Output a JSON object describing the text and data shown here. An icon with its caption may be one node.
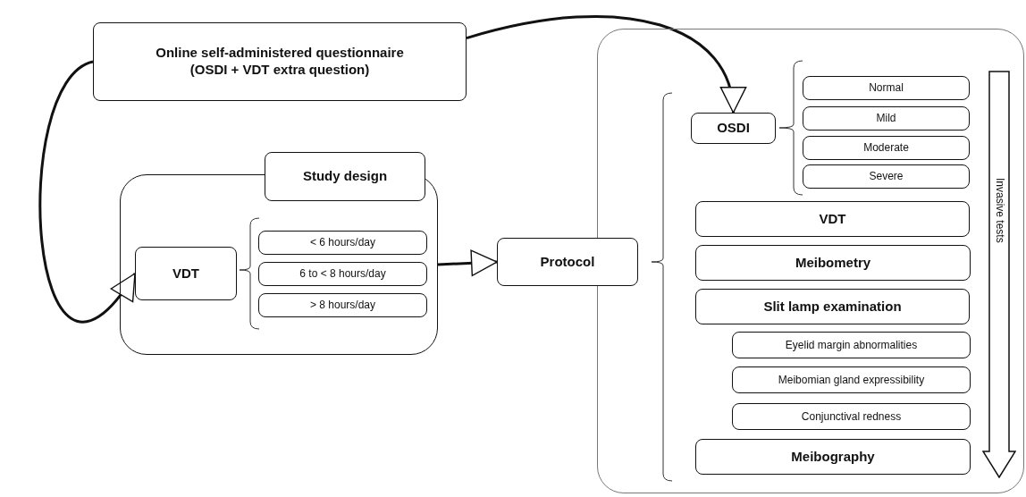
{
  "diagram": {
    "nodes": [
      {
        "text": [
          "Online self-administered questionnaire (OSDI + VDT extra question)"
        ]
      },
      {
        "text": [],
        "shape": "box"
      },
      {
        "text": [
          "Study design"
        ]
      },
      {
        "text": [
          "VDT"
        ],
        "in": 1
      },
      {
        "text": [
          "< 6 hours/day"
        ],
        "in": 1
      },
      {
        "text": [
          "6 to < 8 hours/day"
        ],
        "in": 1
      },
      {
        "text": [
          "> 8 hours/day"
        ],
        "in": 1
      },
      {
        "text": [
          "Protocol"
        ]
      },
      {
        "text": [],
        "shape": "box"
      },
      {
        "text": [
          "OSDI"
        ],
        "in": 8
      },
      {
        "text": [
          "Normal"
        ],
        "in": 8
      },
      {
        "text": [
          "Mild"
        ],
        "in": 8
      },
      {
        "text": [
          "Moderate"
        ],
        "in": 8
      },
      {
        "text": [
          "Severe"
        ],
        "in": 8
      },
      {
        "text": [
          "VDT"
        ],
        "in": 8
      },
      {
        "text": [
          "Meibometry"
        ],
        "in": 8
      },
      {
        "text": [
          "Slit lamp examination"
        ],
        "in": 8
      },
      {
        "text": [
          "Eyelid margin abnormalities"
        ],
        "in": 8
      },
      {
        "text": [
          "Meibomian gland expressibility"
        ],
        "in": 8
      },
      {
        "text": [
          "Conjunctival redness"
        ],
        "in": 8
      },
      {
        "text": [
          "Meibography"
        ],
        "in": 8
      },
      {
        "text": [
          "Invasive tests"
        ],
        "in": 8
      }
    ],
    "edges": [
      {
        "from": 0,
        "to": 3,
        "arrow": "to"
      },
      {
        "from": 0,
        "to": 9,
        "arrow": "to"
      },
      {
        "from": 1,
        "to": 7,
        "arrow": "to"
      }
    ]
  }
}
